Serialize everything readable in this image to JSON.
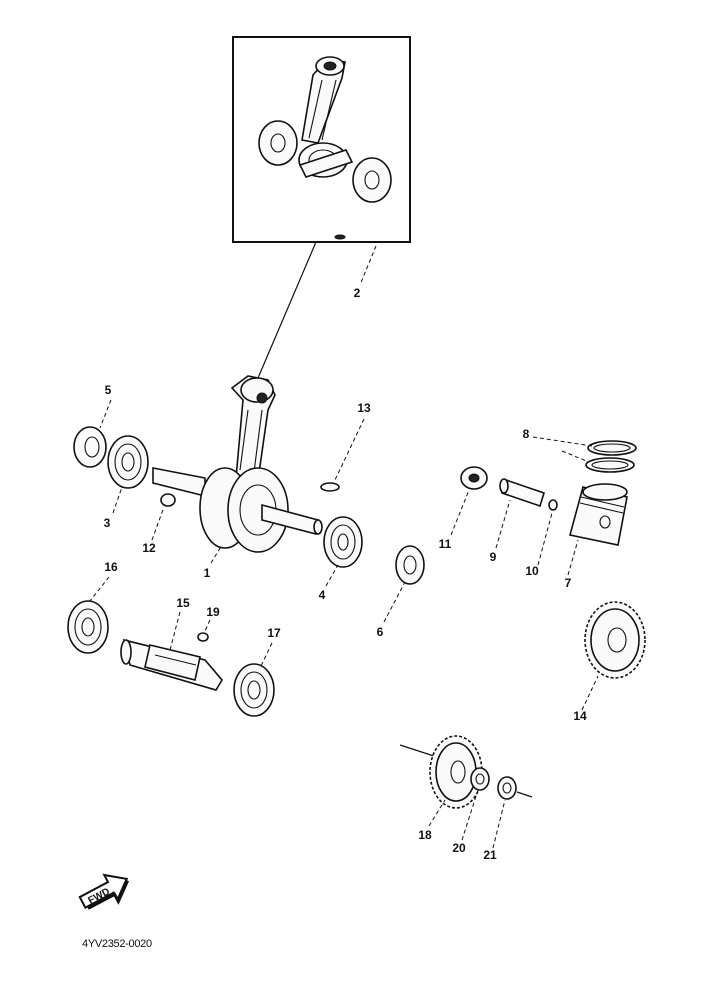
{
  "diagram_code": "4YV2352-0020",
  "front_marker": {
    "icon": "fwd-arrow-icon",
    "text": "FWD"
  },
  "callouts": {
    "p1": "1",
    "p2": "2",
    "p3": "3",
    "p4": "4",
    "p5": "5",
    "p6": "6",
    "p7": "7",
    "p8": "8",
    "p9": "9",
    "p10": "10",
    "p11": "11",
    "p12": "12",
    "p13": "13",
    "p14": "14",
    "p15": "15",
    "p16": "16",
    "p17": "17",
    "p18": "18",
    "p19": "19",
    "p20": "20",
    "p21": "21"
  }
}
